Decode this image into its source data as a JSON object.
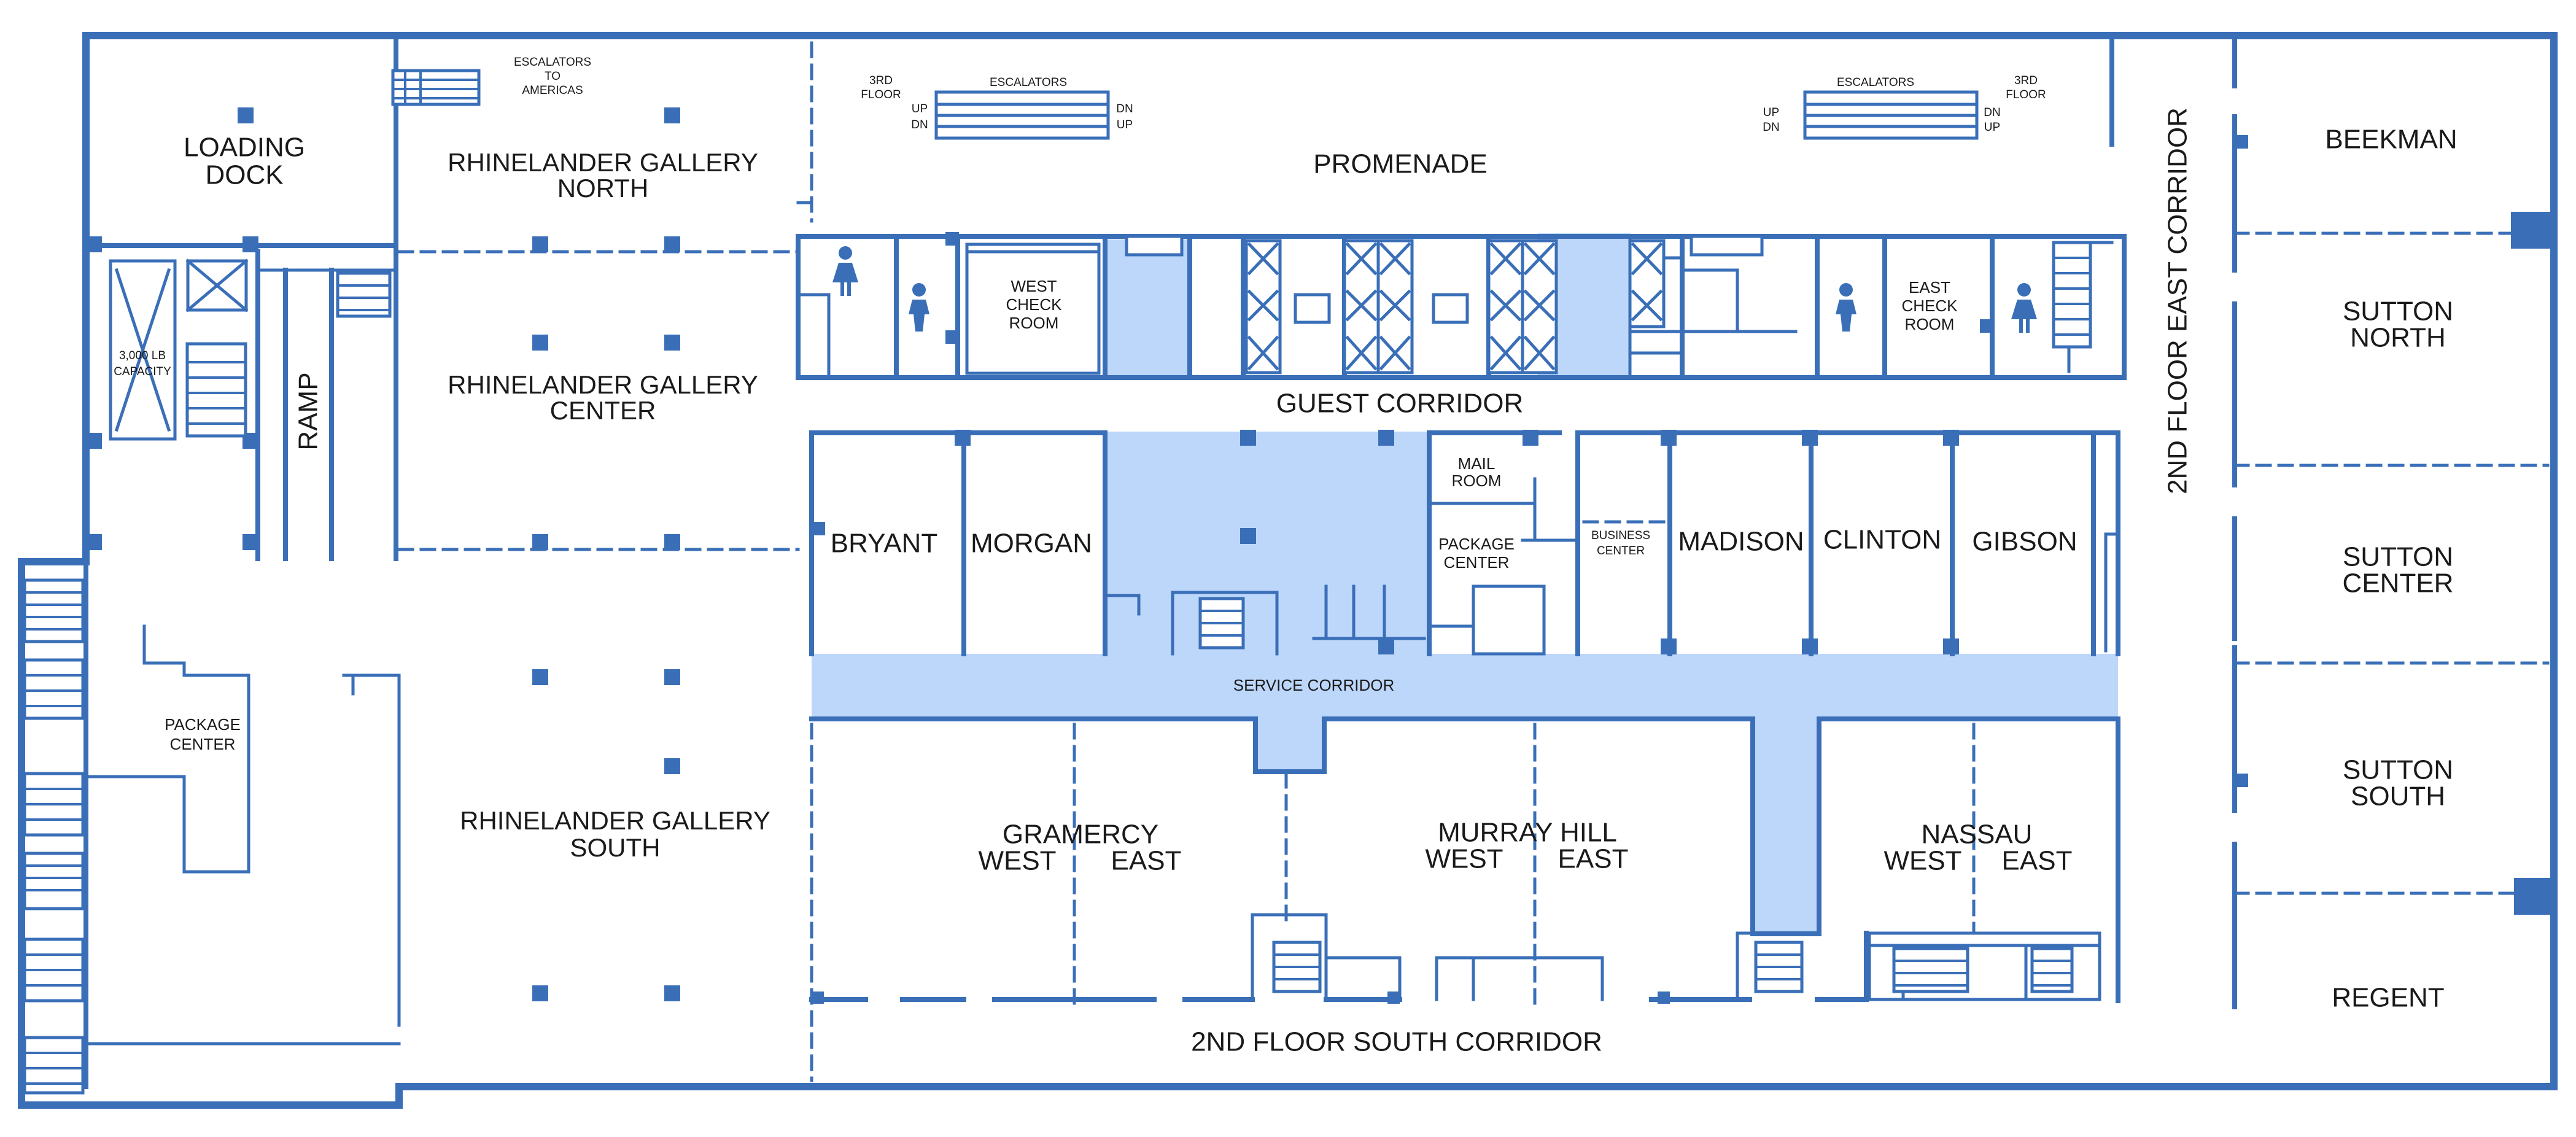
{
  "palette": {
    "wall": "#3a6fb8",
    "corridor_fill": "#bdd7fb",
    "label": "#1a1a1a",
    "background": "#ffffff"
  },
  "labels": {
    "loading_dock": [
      "LOADING",
      "DOCK"
    ],
    "escalators_to_americas": [
      "ESCALATORS",
      "TO",
      "AMERICAS"
    ],
    "gallery_north": [
      "RHINELANDER GALLERY",
      "NORTH"
    ],
    "gallery_center": [
      "RHINELANDER GALLERY",
      "CENTER"
    ],
    "gallery_south": [
      "RHINELANDER GALLERY",
      "SOUTH"
    ],
    "capacity": [
      "3,000 LB",
      "CAPACITY"
    ],
    "ramp": "RAMP",
    "package_center_west": [
      "PACKAGE",
      "CENTER"
    ],
    "promenade": "PROMENADE",
    "escalators": "ESCALATORS",
    "third_floor": [
      "3RD",
      "FLOOR"
    ],
    "up": "UP",
    "dn": "DN",
    "west_check_room": [
      "WEST",
      "CHECK",
      "ROOM"
    ],
    "east_check_room": [
      "EAST",
      "CHECK",
      "ROOM"
    ],
    "guest_corridor": "GUEST CORRIDOR",
    "bryant": "BRYANT",
    "morgan": "MORGAN",
    "mail_room": [
      "MAIL",
      "ROOM"
    ],
    "package_center_mid": [
      "PACKAGE",
      "CENTER"
    ],
    "business_center": [
      "BUSINESS",
      "CENTER"
    ],
    "madison": "MADISON",
    "clinton": "CLINTON",
    "gibson": "GIBSON",
    "service_corridor": "SERVICE CORRIDOR",
    "gramercy": "GRAMERCY",
    "murray_hill": "MURRAY HILL",
    "nassau": "NASSAU",
    "west": "WEST",
    "east": "EAST",
    "south_corridor": "2ND FLOOR SOUTH CORRIDOR",
    "east_corridor": "2ND FLOOR EAST CORRIDOR",
    "beekman": "BEEKMAN",
    "sutton_north": [
      "SUTTON",
      "NORTH"
    ],
    "sutton_center": [
      "SUTTON",
      "CENTER"
    ],
    "sutton_south": [
      "SUTTON",
      "SOUTH"
    ],
    "regent": "REGENT"
  },
  "icons": {
    "restroom_women": "restroom-women-icon",
    "restroom_men": "restroom-men-icon",
    "elevator": "elevator-icon",
    "stairs": "stairs-icon",
    "escalator": "escalator-icon"
  }
}
